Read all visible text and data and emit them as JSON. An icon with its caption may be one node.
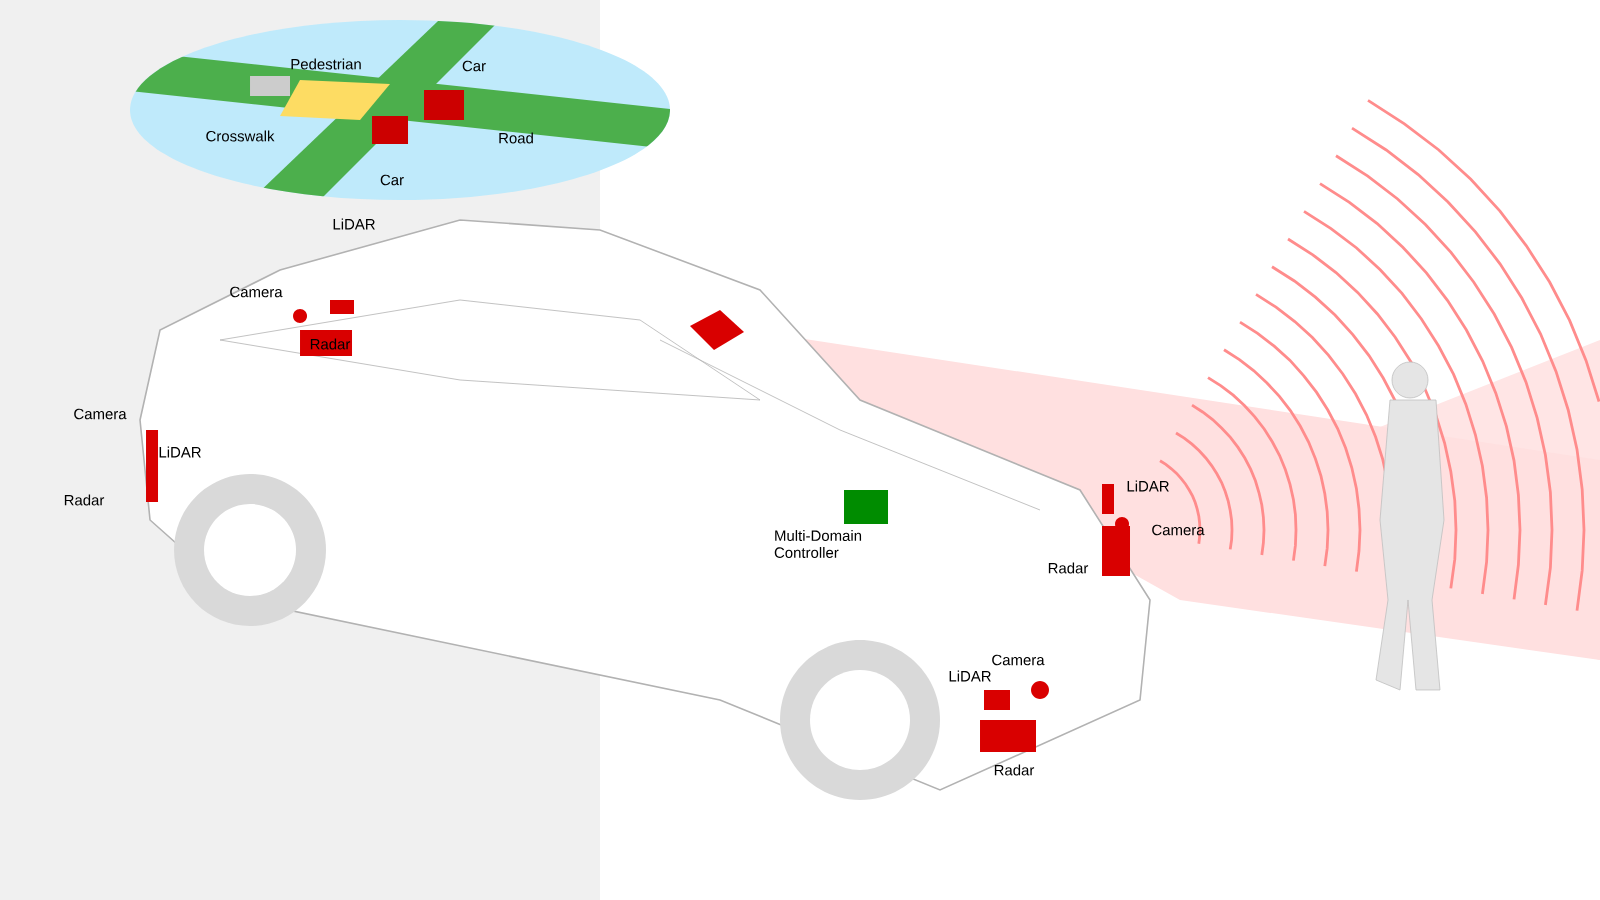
{
  "diagram": {
    "labels": [
      "Pedestrian",
      "Car",
      "Crosswalk",
      "Road",
      "Car",
      "LiDAR",
      "Camera",
      "Radar",
      "Camera",
      "LiDAR",
      "LiDAR",
      "Radar",
      "Camera",
      "Multi-Domain Controller",
      "Radar",
      "Camera",
      "LiDAR",
      "Radar"
    ]
  }
}
